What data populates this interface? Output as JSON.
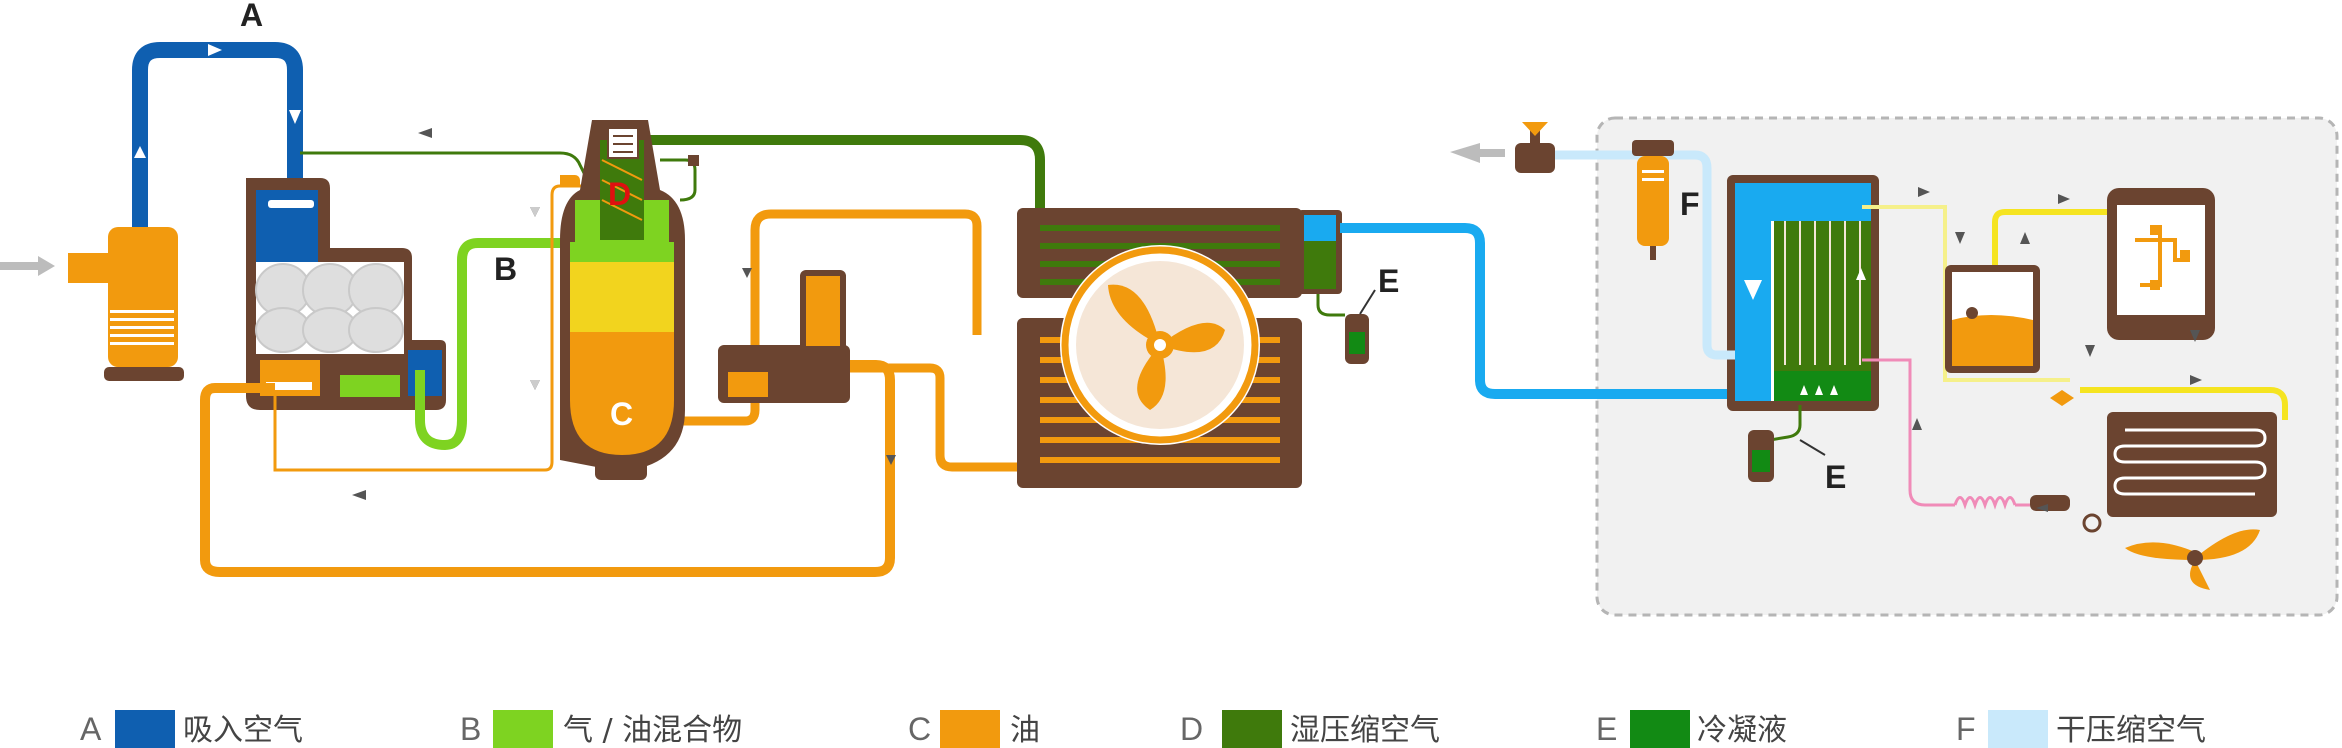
{
  "diagram": {
    "labels": {
      "A": "A",
      "B": "B",
      "C": "C",
      "D": "D",
      "E1": "E",
      "E2": "E",
      "F": "F"
    },
    "legend": [
      {
        "key": "A",
        "text": "吸入空气",
        "color": "#0f5fb0"
      },
      {
        "key": "B",
        "text": "气 / 油混合物",
        "color": "#7ed321"
      },
      {
        "key": "C",
        "text": "油",
        "color": "#f29a0e"
      },
      {
        "key": "D",
        "text": "湿压缩空气",
        "color": "#3f7a0c"
      },
      {
        "key": "E",
        "text": "冷凝液",
        "color": "#128a14"
      },
      {
        "key": "F",
        "text": "干压缩空气",
        "color": "#c9e9fb"
      }
    ]
  },
  "colors": {
    "intake_air": "#0f5fb0",
    "air_oil_mix": "#7ed321",
    "oil": "#f29a0e",
    "wet_air": "#3f7a0c",
    "condensate": "#128a14",
    "dry_air": "#c9e9fb",
    "supply_air": "#19aaf0",
    "equipment": "#6b4430",
    "arrow": "#555555",
    "panel_bg": "#f0f0f0",
    "refrigerant_pink": "#f08bb8",
    "refrigerant_yellow": "#f5e421"
  }
}
